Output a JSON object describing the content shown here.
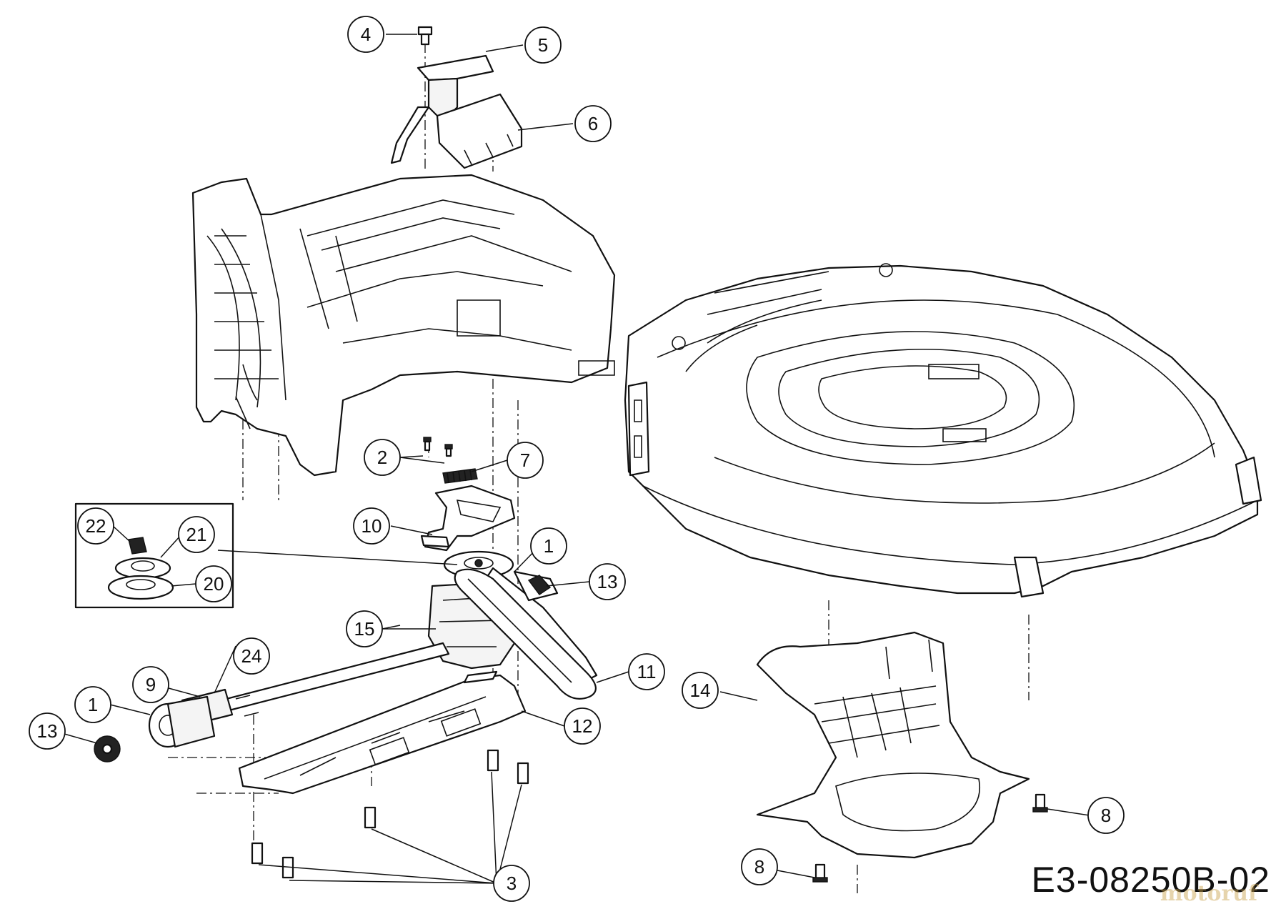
{
  "drawing_number": "E3-08250B-02",
  "watermark": "motoruf",
  "colors": {
    "line": "#111111",
    "background": "#ffffff",
    "watermark": "#c9a24a"
  },
  "callouts": [
    {
      "id": "c4",
      "label": "4"
    },
    {
      "id": "c5",
      "label": "5"
    },
    {
      "id": "c6",
      "label": "6"
    },
    {
      "id": "c2",
      "label": "2"
    },
    {
      "id": "c7",
      "label": "7"
    },
    {
      "id": "c10",
      "label": "10"
    },
    {
      "id": "c22",
      "label": "22"
    },
    {
      "id": "c21",
      "label": "21"
    },
    {
      "id": "c20",
      "label": "20"
    },
    {
      "id": "c1a",
      "label": "1"
    },
    {
      "id": "c13a",
      "label": "13"
    },
    {
      "id": "c15",
      "label": "15"
    },
    {
      "id": "c24",
      "label": "24"
    },
    {
      "id": "c9",
      "label": "9"
    },
    {
      "id": "c1b",
      "label": "1"
    },
    {
      "id": "c11",
      "label": "11"
    },
    {
      "id": "c14",
      "label": "14"
    },
    {
      "id": "c13b",
      "label": "13"
    },
    {
      "id": "c12",
      "label": "12"
    },
    {
      "id": "c8a",
      "label": "8"
    },
    {
      "id": "c8b",
      "label": "8"
    },
    {
      "id": "c3",
      "label": "3"
    }
  ]
}
